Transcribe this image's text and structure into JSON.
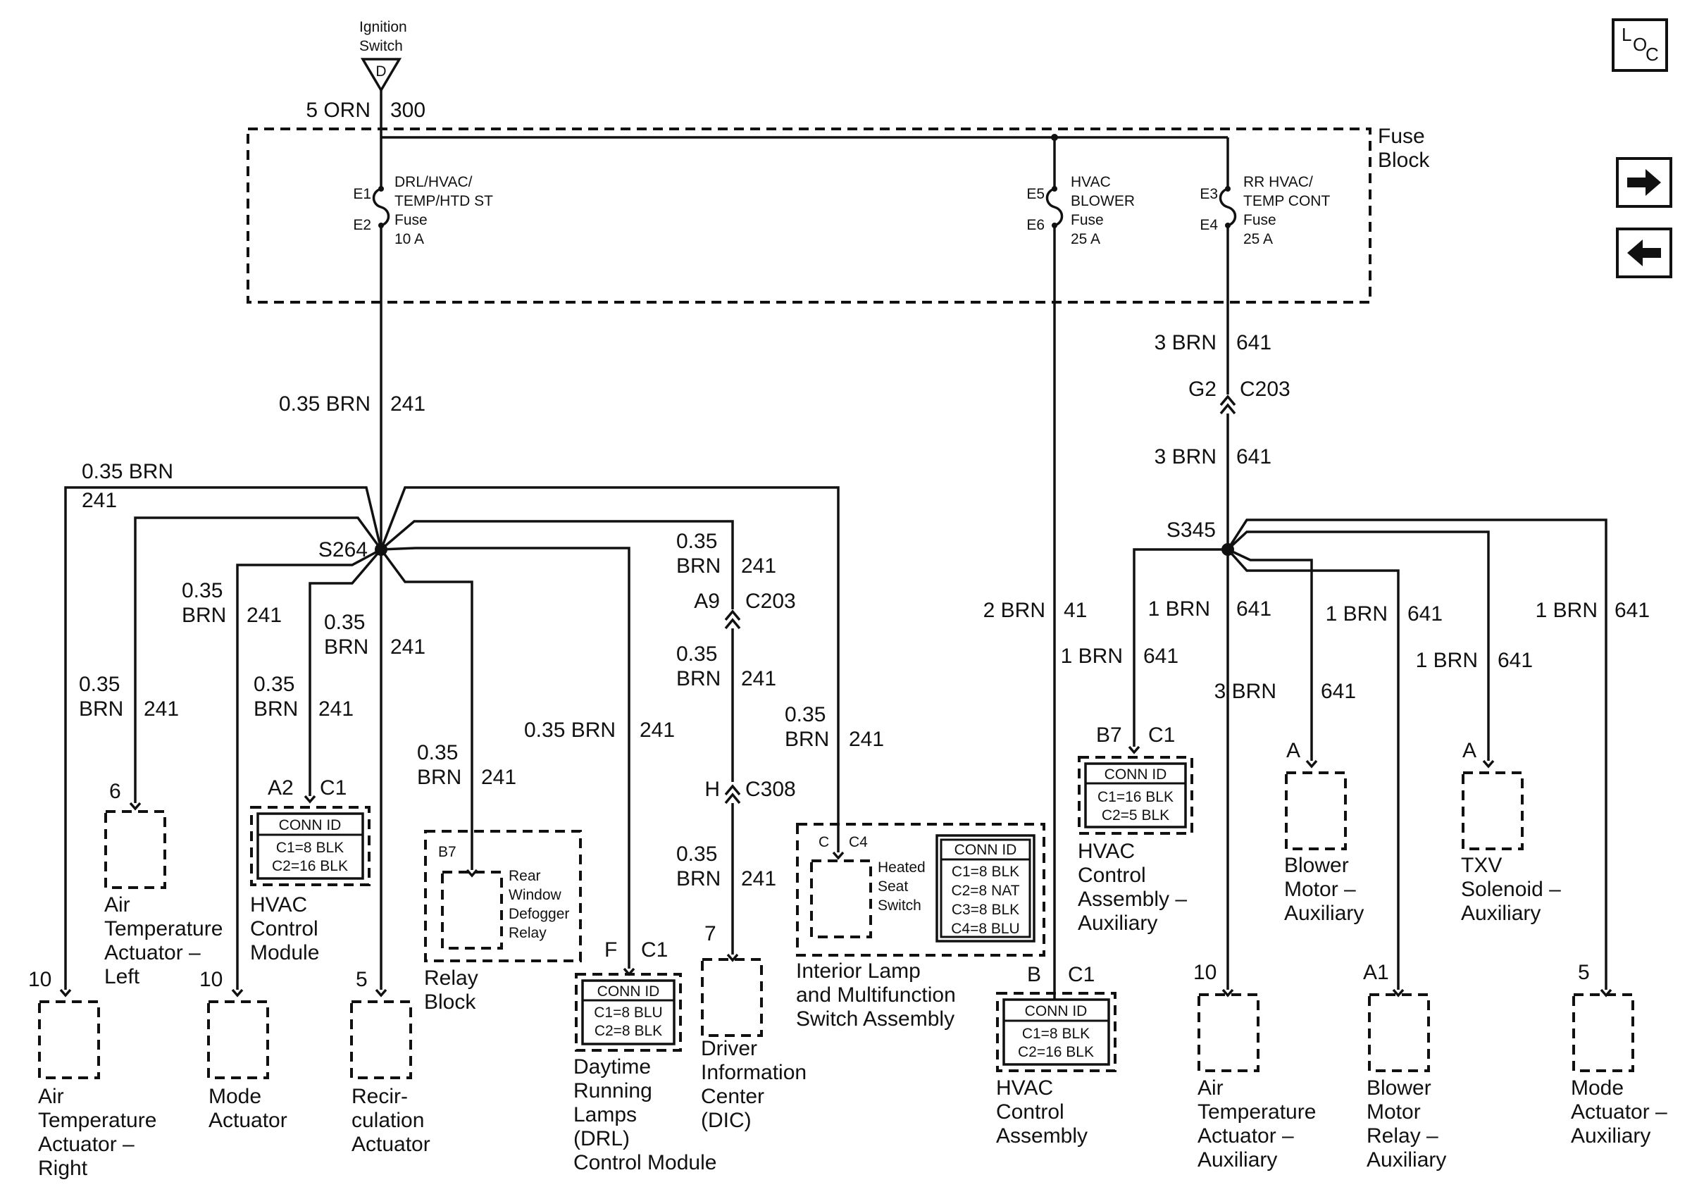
{
  "source": {
    "label": "Ignition Switch",
    "pin": "D",
    "wire_gauge": "5 ORN",
    "circuit": "300"
  },
  "fuse_block": {
    "label": "Fuse Block",
    "fuses": [
      {
        "in": "E1",
        "out": "E2",
        "name": "DRL/HVAC/ TEMP/HTD ST",
        "word": "Fuse",
        "rating": "10 A"
      },
      {
        "in": "E5",
        "out": "E6",
        "name": "HVAC BLOWER",
        "word": "Fuse",
        "rating": "25 A"
      },
      {
        "in": "E3",
        "out": "E4",
        "name": "RR HVAC/ TEMP CONT",
        "word": "Fuse",
        "rating": "25 A"
      }
    ]
  },
  "nav": {
    "loc_icon": "loc-icon",
    "next_icon": "arrow-right-icon",
    "prev_icon": "arrow-left-icon",
    "loc_letters": [
      "L",
      "O",
      "C"
    ]
  },
  "splices": {
    "left": "S264",
    "right": "S345"
  },
  "conn_id_title": "CONN ID",
  "wires": {
    "w241_main": {
      "gauge": "0.35 BRN",
      "circuit": "241"
    },
    "w241_far_left": {
      "gauge": "0.35 BRN",
      "circuit": "241"
    },
    "w241_air_left": {
      "gauge1": "0.35",
      "gauge2": "BRN",
      "circuit": "241"
    },
    "w241_mode": {
      "gauge1": "0.35",
      "gauge2": "BRN",
      "circuit": "241"
    },
    "w241_hvac": {
      "gauge1": "0.35",
      "gauge2": "BRN",
      "circuit": "241"
    },
    "w241_recirc": {
      "gauge1": "0.35",
      "gauge2": "BRN",
      "circuit": "241"
    },
    "w241_relay": {
      "gauge1": "0.35",
      "gauge2": "BRN",
      "circuit": "241"
    },
    "w241_drl": {
      "gauge": "0.35 BRN",
      "circuit": "241"
    },
    "w241_dic_top": {
      "gauge1": "0.35",
      "gauge2": "BRN",
      "circuit": "241"
    },
    "w241_dic_mid": {
      "gauge1": "0.35",
      "gauge2": "BRN",
      "circuit": "241"
    },
    "w241_dic_bot": {
      "gauge1": "0.35",
      "gauge2": "BRN",
      "circuit": "241"
    },
    "w241_interior": {
      "gauge1": "0.35",
      "gauge2": "BRN",
      "circuit": "241"
    },
    "w41": {
      "gauge": "2 BRN",
      "circuit": "41"
    },
    "w641_top": {
      "gauge": "3 BRN",
      "circuit": "641"
    },
    "w641_below_c203": {
      "gauge": "3 BRN",
      "circuit": "641"
    },
    "w641_hvac_aux": {
      "gauge": "1 BRN",
      "circuit": "641"
    },
    "w641_air_aux": {
      "gauge": "3 BRN",
      "circuit": "641"
    },
    "w641_hvac_aux2": {
      "gauge": "1 BRN",
      "circuit": "641"
    },
    "w641_blower_motor": {
      "gauge": "1 BRN",
      "circuit": "641"
    },
    "w641_blower_relay": {
      "gauge": "1 BRN",
      "circuit": "641"
    },
    "w641_mode_aux": {
      "gauge": "1 BRN",
      "circuit": "641"
    }
  },
  "connectors": {
    "c203_right": {
      "pin": "G2",
      "name": "C203"
    },
    "c203_left": {
      "pin": "A9",
      "name": "C203"
    },
    "c308": {
      "pin": "H",
      "name": "C308"
    }
  },
  "components": {
    "air_temp_right": {
      "pin": "10",
      "name": [
        "Air",
        "Temperature",
        "Actuator –",
        "Right"
      ]
    },
    "air_temp_left": {
      "pin": "6",
      "name": [
        "Air",
        "Temperature",
        "Actuator –",
        "Left"
      ]
    },
    "mode_actuator": {
      "pin": "10",
      "name": [
        "Mode",
        "Actuator"
      ]
    },
    "hvac_module": {
      "pin": "A2",
      "conn": "C1",
      "ids": [
        "C1=8 BLK",
        "C2=16 BLK"
      ],
      "name": [
        "HVAC",
        "Control",
        "Module"
      ]
    },
    "recirc": {
      "pin": "5",
      "name": [
        "Recir-",
        "culation",
        "Actuator"
      ]
    },
    "relay_block": {
      "pin": "B7",
      "relay": [
        "Rear",
        "Window",
        "Defogger",
        "Relay"
      ],
      "name": [
        "Relay",
        "Block"
      ]
    },
    "drl": {
      "pin": "F",
      "conn": "C1",
      "ids": [
        "C1=8 BLU",
        "C2=8 BLK"
      ],
      "name": [
        "Daytime",
        "Running",
        "Lamps",
        "(DRL)",
        "Control Module"
      ]
    },
    "dic": {
      "pin": "7",
      "name": [
        "Driver",
        "Information",
        "Center",
        "(DIC)"
      ]
    },
    "interior_lamp": {
      "pin": "C",
      "conn": "C4",
      "switch": [
        "Heated",
        "Seat",
        "Switch"
      ],
      "ids": [
        "C1=8 BLK",
        "C2=8 NAT",
        "C3=8 BLK",
        "C4=8 BLU"
      ],
      "name": [
        "Interior Lamp",
        "and Multifunction",
        "Switch Assembly"
      ]
    },
    "hvac_assembly": {
      "pin": "B",
      "conn": "C1",
      "ids": [
        "C1=8 BLK",
        "C2=16 BLK"
      ],
      "name": [
        "HVAC",
        "Control",
        "Assembly"
      ]
    },
    "hvac_aux": {
      "pin": "B7",
      "conn": "C1",
      "ids": [
        "C1=16 BLK",
        "C2=5 BLK"
      ],
      "name": [
        "HVAC",
        "Control",
        "Assembly –",
        "Auxiliary"
      ]
    },
    "air_temp_aux": {
      "pin": "10",
      "name": [
        "Air",
        "Temperature",
        "Actuator –",
        "Auxiliary"
      ]
    },
    "blower_motor_aux": {
      "pin": "A",
      "name": [
        "Blower",
        "Motor –",
        "Auxiliary"
      ]
    },
    "blower_relay_aux": {
      "pin": "A1",
      "name": [
        "Blower",
        "Motor",
        "Relay –",
        "Auxiliary"
      ]
    },
    "txv": {
      "pin": "A",
      "name": [
        "TXV",
        "Solenoid –",
        "Auxiliary"
      ]
    },
    "mode_aux": {
      "pin": "5",
      "name": [
        "Mode",
        "Actuator –",
        "Auxiliary"
      ]
    }
  }
}
